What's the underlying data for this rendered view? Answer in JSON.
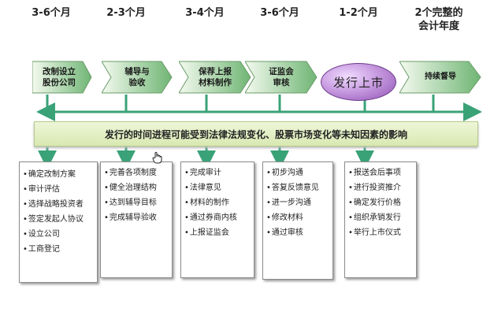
{
  "phases": [
    {
      "duration": "3-6个月",
      "stage": "改制设立\n股份公司",
      "items": [
        "确定改制方案",
        "审计评估",
        "选择战略投资者",
        "签定发起人协议",
        "设立公司",
        "工商登记"
      ]
    },
    {
      "duration": "2-3个月",
      "stage": "辅导与\n验收",
      "items": [
        "完善各项制度",
        "健全治理结构",
        "达到辅导目标",
        "完成辅导验收"
      ]
    },
    {
      "duration": "3-4个月",
      "stage": "保荐上报\n材料制作",
      "items": [
        "完成审计",
        "法律意见",
        "材料的制作",
        "通过券商内核",
        "上报证监会"
      ]
    },
    {
      "duration": "3-6个月",
      "stage": "证监会\n审核",
      "items": [
        "初步沟通",
        "答复反馈意见",
        "进一步沟通",
        "修改材料",
        "通过审核"
      ]
    },
    {
      "duration": "1-2个月",
      "stage": "发行上市",
      "items": [
        "报送会后事项",
        "进行投资推介",
        "确定发行价格",
        "组织承销发行",
        "举行上市仪式"
      ]
    },
    {
      "duration": "2个完整的\n会计年度",
      "stage": "持续督导",
      "items": []
    }
  ],
  "banner": "发行的时间进程可能受到法律法规变化、股票市场变化等未知因素的影响",
  "colors": {
    "arrow": "#3aa277",
    "stage_light": "#e5f2dc",
    "stage_dark": "#5aa863",
    "oval": "#b07fd0"
  }
}
